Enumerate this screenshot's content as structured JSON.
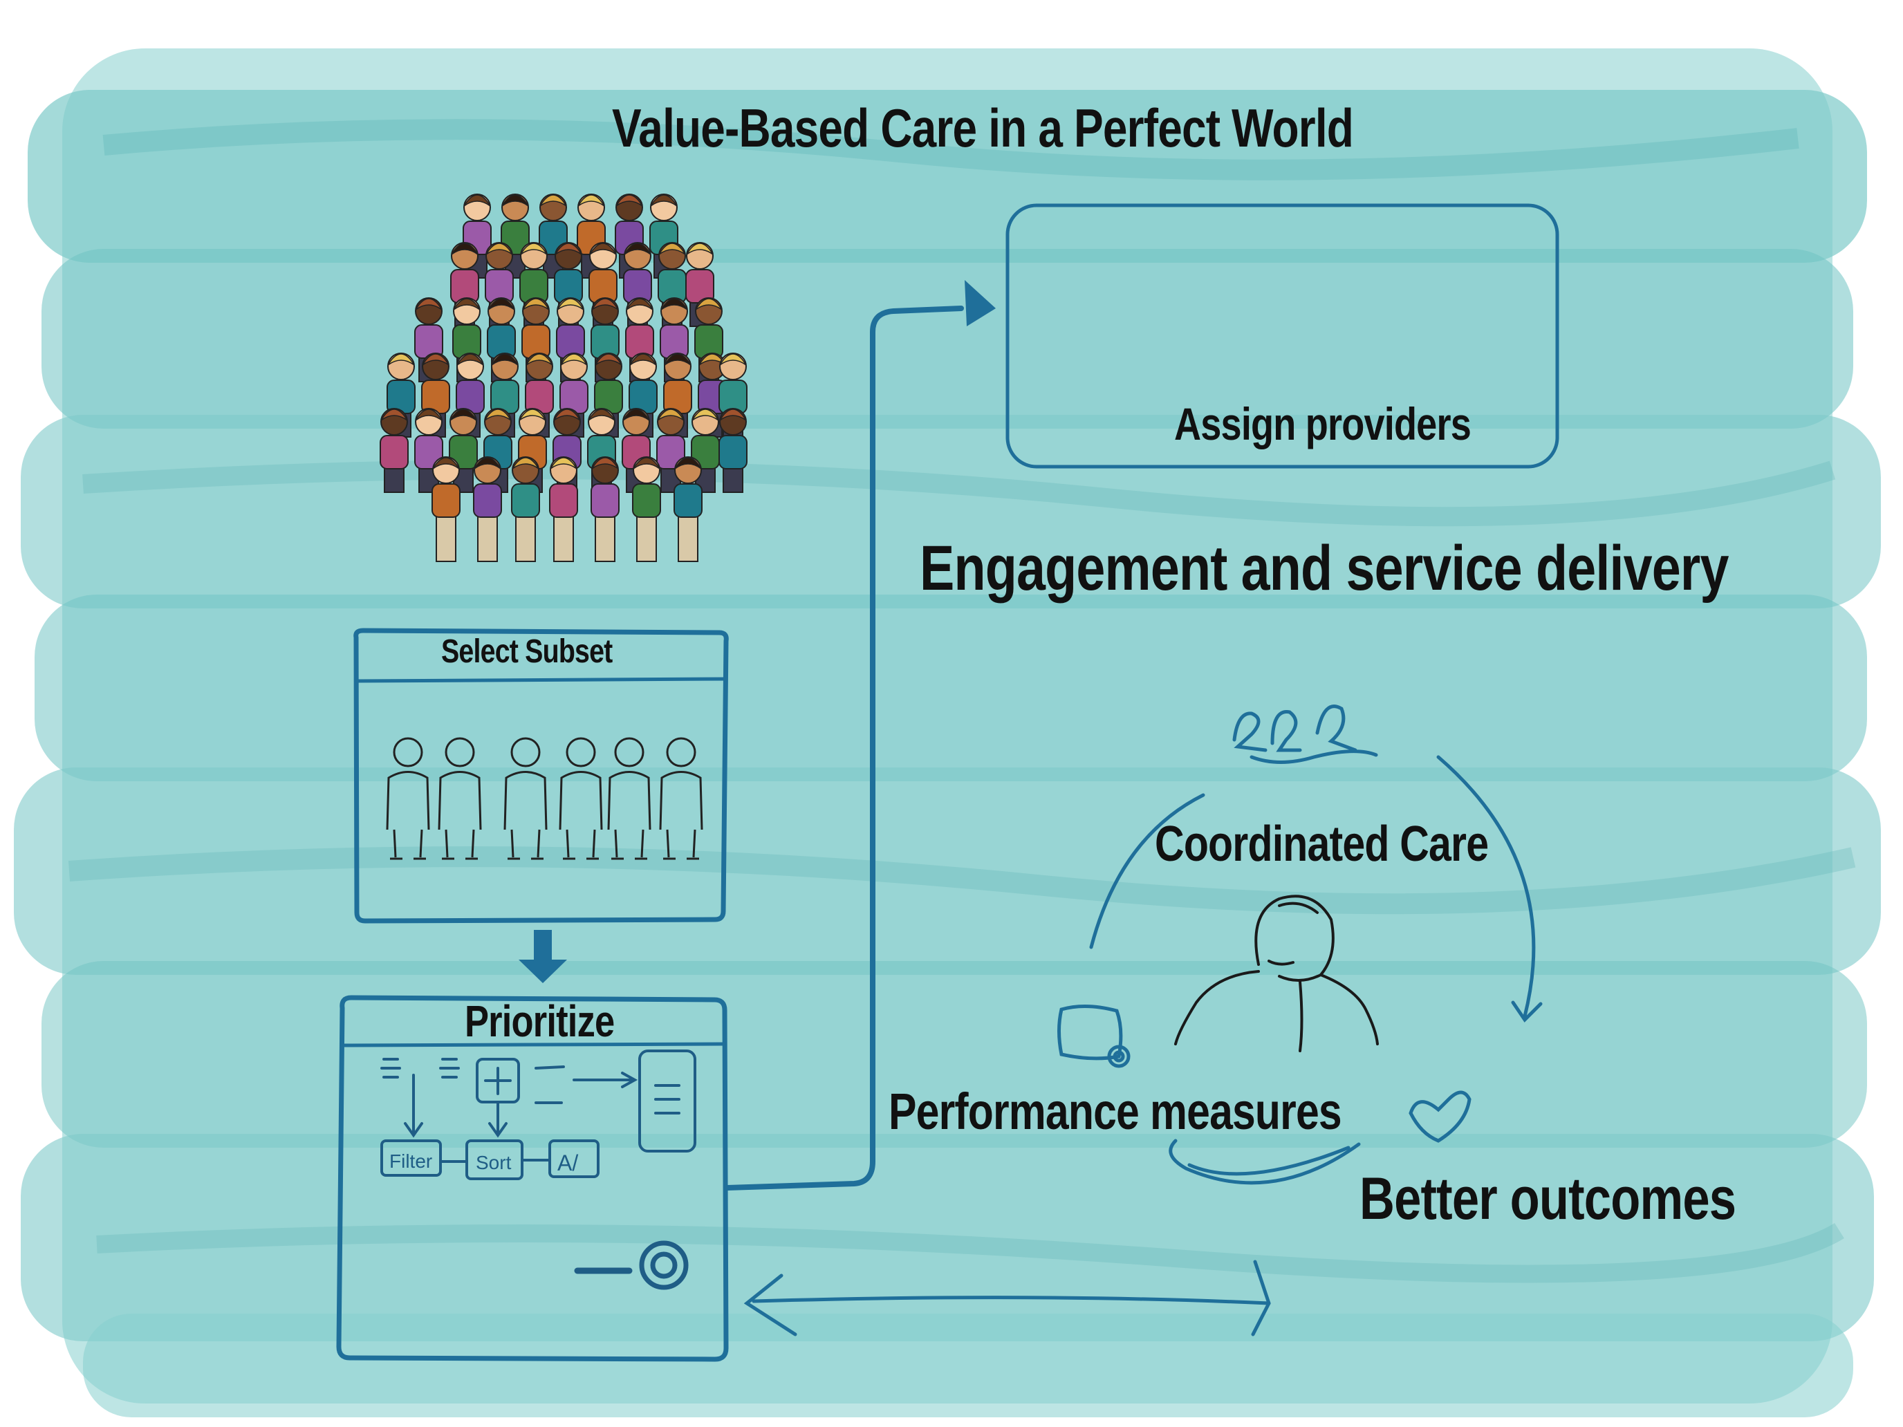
{
  "title": "Value-Based Care in a Perfect World",
  "assign_box": {
    "label": "Assign providers"
  },
  "engagement": {
    "label": "Engagement and service delivery"
  },
  "select_panel": {
    "label": "Select Subset"
  },
  "prioritize_panel": {
    "label": "Prioritize",
    "buttons": {
      "filter": "Filter",
      "sort": "Sort",
      "ai": "A/"
    }
  },
  "cycle": {
    "coordinated": "Coordinated Care",
    "performance": "Performance measures",
    "outcomes": "Better outcomes"
  },
  "colors": {
    "wash": "#7ecac9",
    "ink_blue": "#1f6f9a",
    "text": "#111111"
  }
}
